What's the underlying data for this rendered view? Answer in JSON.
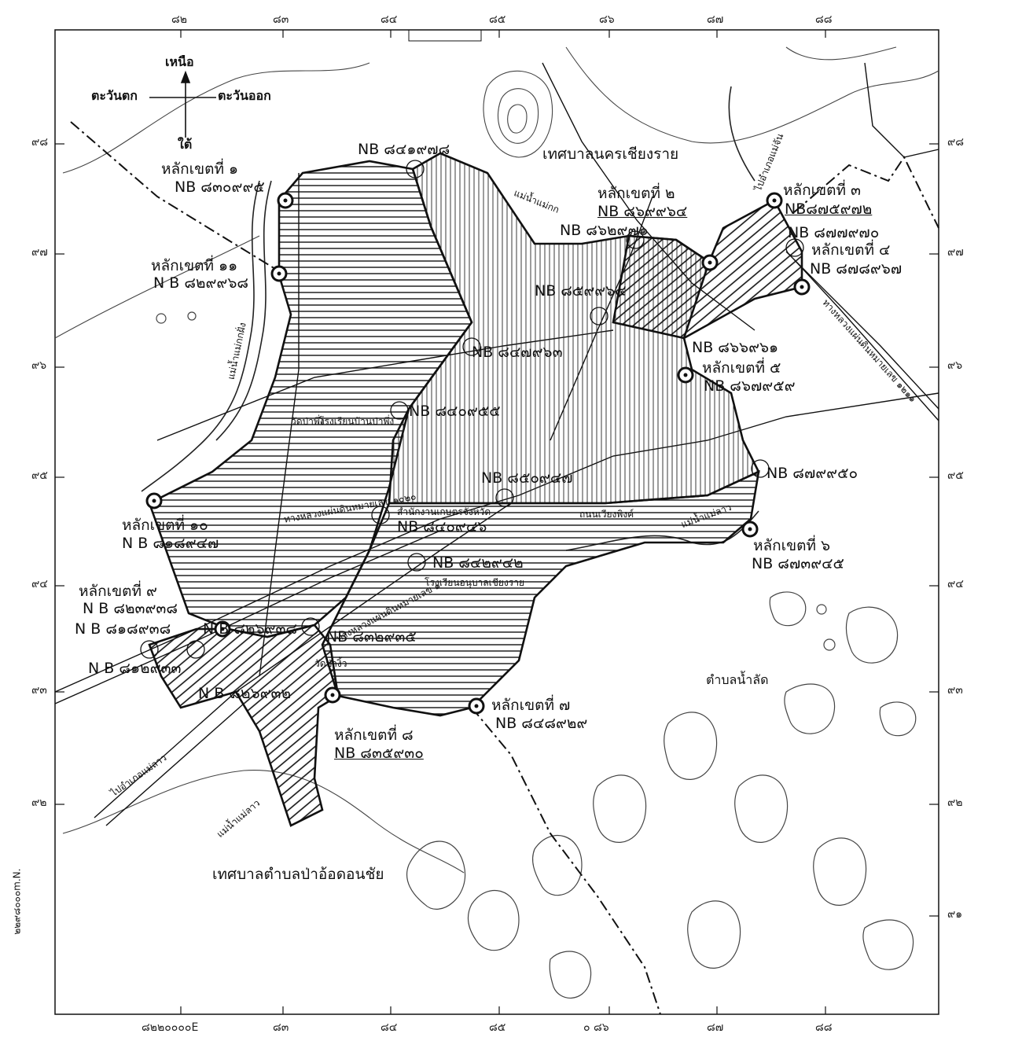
{
  "colors": {
    "ink": "#111111",
    "paper": "#ffffff",
    "contour": "#555555"
  },
  "grid": {
    "top": [
      "๘๒",
      "๘๓",
      "๘๔",
      "๘๕",
      "๘๖",
      "๘๗",
      "๘๘"
    ],
    "bottom": [
      "๘๒๒๐๐๐๐E",
      "๘๓",
      "๘๔",
      "๘๕",
      "๐ ๘๖",
      "๘๗",
      "๘๘"
    ],
    "left": [
      "๙๘",
      "๙๗",
      "๙๖",
      "๙๕",
      "๙๔",
      "๙๓",
      "๙๒"
    ],
    "right": [
      "๙๘",
      "๙๗",
      "๙๖",
      "๙๕",
      "๙๔",
      "๙๓",
      "๙๒",
      "๙๑"
    ],
    "northing_note": "๒๒๙๘๐๐๐m.N."
  },
  "compass": {
    "north": "เหนือ",
    "south": "ใต้",
    "west": "ตะวันตก",
    "east": "ตะวันออก"
  },
  "areas": {
    "city": "เทศบาลนครเชียงราย",
    "south_muni": "เทศบาลตำบลป่าอ้อดอนชัย",
    "subdistrict": "ตำบลน้ำลัด"
  },
  "roads": {
    "r1": "ทางหลวงแผ่นดินหมายเลข ๑๐๒๐",
    "r2": "ทางหลวงแผ่นดินหมายเลข ๑",
    "r3": "ถนนเวียงพิงค์",
    "r4": "ไปอำเภอแม่ลาว",
    "r5": "ทางหลวงแผ่นดินหมายเลข ๑๒๑๑",
    "r6": "ไปอำเภอแม่จัน"
  },
  "rivers": {
    "kok1": "แม่น้ำแม่กกฝั่ง",
    "kok2": "แม่น้ำแม่กก",
    "lao1": "แม่น้ำแม่ลาว",
    "lao2": "แม่น้ำแม่ลาว"
  },
  "places": {
    "temp1": "วัดป่าพึ่ง",
    "school1": "โรงเรียนบ้านป่าพึ่ง",
    "school2": "โรงเรียนอนุบาลเชียงราย",
    "office": "สำนักงานเกษตรจังหวัด",
    "temple2": "วัดป่างิ้ว"
  },
  "markers": {
    "m1": {
      "title": "หลักเขตที่ ๑",
      "code": "NB ๘๓๐๙๙๕"
    },
    "m2": {
      "title": "หลักเขตที่ ๒",
      "code": "NB ๘๖๙๙๖๔"
    },
    "m3": {
      "title": "หลักเขตที่ ๓",
      "code": "NB๘๗๕๙๗๒"
    },
    "m4": {
      "title": "หลักเขตที่ ๔",
      "code": "NB ๘๗๘๙๖๗"
    },
    "m5": {
      "title": "หลักเขตที่ ๕",
      "code": "NB ๘๖๗๙๕๙"
    },
    "m6": {
      "title": "หลักเขตที่ ๖",
      "code": "NB ๘๗๓๙๔๕"
    },
    "m7": {
      "title": "หลักเขตที่ ๗",
      "code": "NB ๘๔๘๙๒๙"
    },
    "m8": {
      "title": "หลักเขตที่ ๘",
      "code": "NB ๘๓๕๙๓๐"
    },
    "m9": {
      "title": "หลักเขตที่ ๙",
      "code": "N B ๘๒๓๙๓๘"
    },
    "m10": {
      "title": "หลักเขตที่ ๑๐",
      "code": "N B ๘๑๘๙๔๗"
    },
    "m11": {
      "title": "หลักเขตที่ ๑๑",
      "code": "N B ๘๒๙๙๖๘"
    }
  },
  "points": [
    "NB ๘๔๑๙๗๘",
    "NB ๘๖๒๙๗๑",
    "NB ๘๗๗๙๗๐",
    "NB ๘๕๙๙๖๔",
    "NB ๘๔๗๙๖๓",
    "NB ๘๖๖๙๖๑",
    "NB ๘๔๐๙๕๕",
    "NB ๘๕๐๙๔๗",
    "NB ๘๗๙๙๕๐",
    "NB ๘๔๐๙๔๖",
    "NB ๘๔๒๙๔๒",
    "N B ๘๑๘๙๓๘",
    "N B ๘๒๖๙๓๘",
    "NB ๘๓๒๙๓๕",
    "N B ๘๑๒๙๓๓",
    "N B ๘๒๖๙๓๒"
  ]
}
